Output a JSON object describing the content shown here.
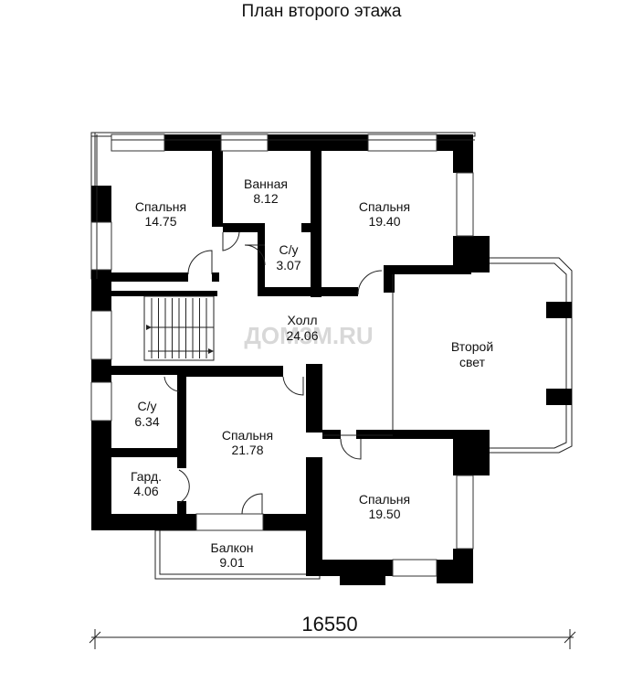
{
  "title": "План второго этажа",
  "watermark": "ДОМ3М.RU",
  "dimension": "16550",
  "rooms": [
    {
      "name": "Спальня",
      "area": "14.75"
    },
    {
      "name": "Ванная",
      "area": "8.12"
    },
    {
      "name": "Спальня",
      "area": "19.40"
    },
    {
      "name": "С/у",
      "area": "3.07"
    },
    {
      "name": "Холл",
      "area": "24.06"
    },
    {
      "name": "Второй",
      "area": "свет"
    },
    {
      "name": "С/у",
      "area": "6.34"
    },
    {
      "name": "Спальня",
      "area": "21.78"
    },
    {
      "name": "Гард.",
      "area": "4.06"
    },
    {
      "name": "Спальня",
      "area": "19.50"
    },
    {
      "name": "Балкон",
      "area": "9.01"
    }
  ]
}
